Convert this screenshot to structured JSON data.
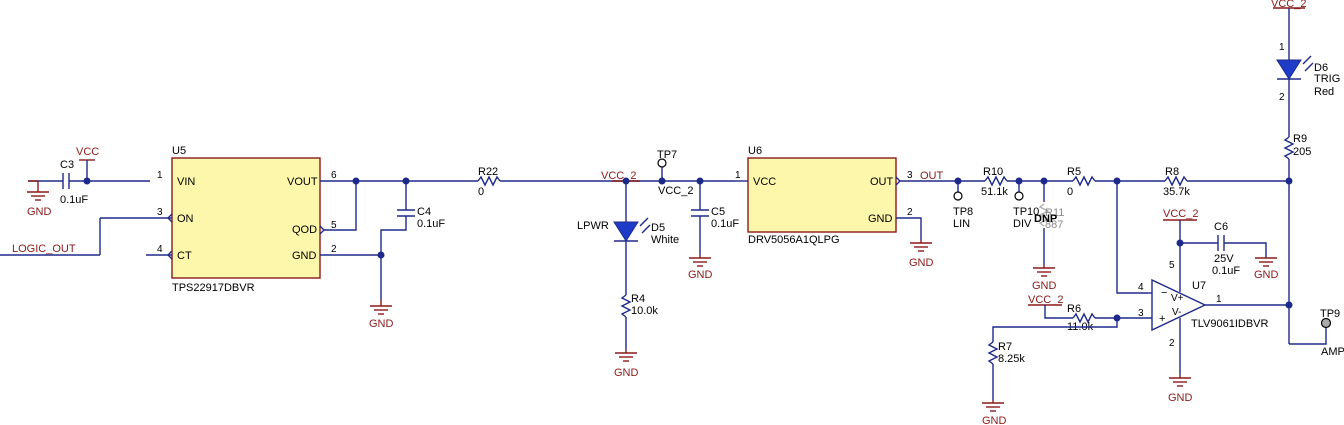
{
  "nets": {
    "vcc": "VCC",
    "vcc_2": "VCC_2",
    "gnd": "GND",
    "logic_out": "LOGIC_OUT",
    "out": "OUT"
  },
  "u5": {
    "ref": "U5",
    "part": "TPS22917DBVR",
    "pins": {
      "vin": "VIN",
      "on": "ON",
      "ct": "CT",
      "vout": "VOUT",
      "qod": "QOD",
      "gnd": "GND",
      "n1": "1",
      "n3": "3",
      "n4": "4",
      "n6": "6",
      "n5": "5",
      "n2": "2"
    }
  },
  "u6": {
    "ref": "U6",
    "part": "DRV5056A1QLPG",
    "pins": {
      "vcc": "VCC",
      "out": "OUT",
      "gnd": "GND",
      "n1": "1",
      "n3": "3",
      "n2": "2"
    }
  },
  "u7": {
    "ref": "U7",
    "part": "TLV9061IDBVR",
    "pins": {
      "vp": "V+",
      "vm": "V-",
      "minus": "−",
      "plus": "+",
      "n4": "4",
      "n3": "3",
      "n5": "5",
      "n1": "1",
      "n2": "2"
    }
  },
  "c3": {
    "ref": "C3",
    "value": "0.1uF"
  },
  "c4": {
    "ref": "C4",
    "value": "0.1uF"
  },
  "c5": {
    "ref": "C5",
    "value": "0.1uF"
  },
  "c6": {
    "ref": "C6",
    "voltage": "25V",
    "value": "0.1uF"
  },
  "r22": {
    "ref": "R22",
    "value": "0"
  },
  "r4": {
    "ref": "R4",
    "value": "10.0k"
  },
  "r10": {
    "ref": "R10",
    "value": "51.1k"
  },
  "r11": {
    "ref": "R11",
    "value": "887",
    "dnp": "DNP"
  },
  "r5": {
    "ref": "R5",
    "value": "0"
  },
  "r8": {
    "ref": "R8",
    "value": "35.7k"
  },
  "r6": {
    "ref": "R6",
    "value": "11.0k"
  },
  "r7": {
    "ref": "R7",
    "value": "8.25k"
  },
  "r9": {
    "ref": "R9",
    "value": "205"
  },
  "d5": {
    "ref": "D5",
    "color": "White",
    "label": "LPWR"
  },
  "d6": {
    "ref": "D6",
    "label": "TRIG",
    "color": "Red",
    "pin1": "1",
    "pin2": "2"
  },
  "tp7": {
    "ref": "TP7"
  },
  "tp8": {
    "ref": "TP8",
    "label": "LIN"
  },
  "tp9": {
    "ref": "TP9",
    "label": "AMP"
  },
  "tp10": {
    "ref": "TP10",
    "label": "DIV"
  },
  "colors": {
    "wire": "#1e2a8a",
    "power": "#8b1a1a",
    "ic_fill": "#fdf7ac",
    "led": "#1e3cc8"
  }
}
